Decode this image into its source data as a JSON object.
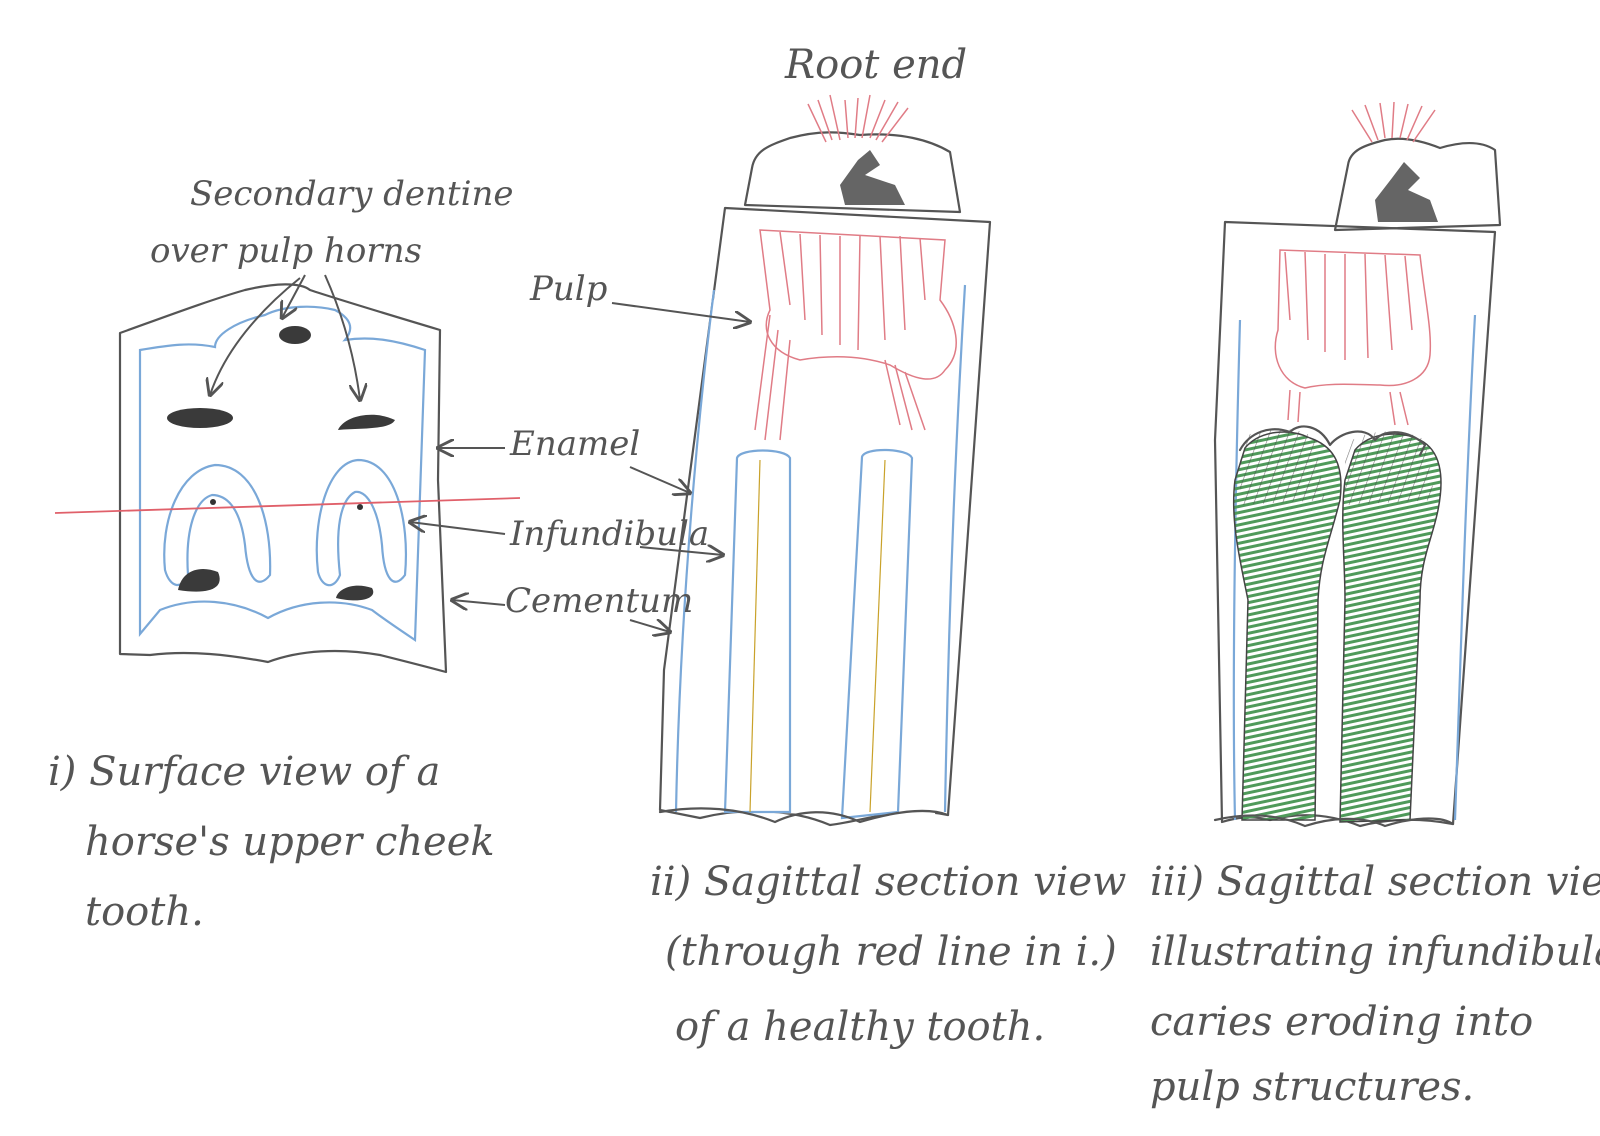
{
  "labels": {
    "root_end": "Root end",
    "secondary_dentine_1": "Secondary dentine",
    "secondary_dentine_2": "over pulp horns",
    "pulp": "Pulp",
    "enamel": "Enamel",
    "infundibula": "Infundibula",
    "cementum": "Cementum"
  },
  "captions": {
    "view1": [
      "i) Surface view of a",
      "horse's upper cheek",
      "tooth."
    ],
    "view2": [
      "ii) Sagittal section view",
      "(through red line in i.)",
      "of a healthy tooth."
    ],
    "view3": [
      "iii) Sagittal section view",
      "illustrating infundibular",
      "caries eroding into",
      "pulp structures."
    ]
  },
  "colors": {
    "ink": "#555555",
    "cementum": "#f3c94a",
    "enamel": "#7aa8d8",
    "pulp": "#e07c86",
    "secondary_dentine": "#3a3a3a",
    "caries": "#4f9a5a",
    "section_line": "#e0606a"
  }
}
